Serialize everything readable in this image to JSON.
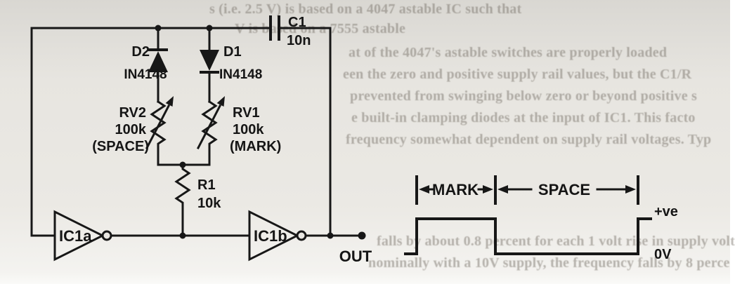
{
  "bleed_text": {
    "line1": "s (i.e. 2.5 V) is based on a 4047 astable IC such that",
    "line2": "V is based on a 7555 astable",
    "line3": "at of the 4047's astable switches are properly loaded",
    "line4": "een the zero and positive supply rail values, but the C1/R",
    "line5": "prevented from swinging below zero or beyond positive s",
    "line6": "e built-in clamping diodes at the input of IC1. This facto",
    "line7": "frequency somewhat dependent on supply rail voltages. Typ",
    "line8": "falls by about 0.8 percent for each 1 volt rise in supply volt",
    "line9": "nominally with a 10V supply, the frequency falls by 8 perce"
  },
  "circuit": {
    "c1_ref": "C1",
    "c1_value": "10n",
    "d2_ref": "D2",
    "d2_part": "IN4148",
    "d1_ref": "D1",
    "d1_part": "IN4148",
    "rv2_ref": "RV2",
    "rv2_value": "100k",
    "rv2_role": "(SPACE)",
    "rv1_ref": "RV1",
    "rv1_value": "100k",
    "rv1_role": "(MARK)",
    "r1_ref": "R1",
    "r1_value": "10k",
    "ic1a_ref": "IC1a",
    "ic1b_ref": "IC1b",
    "out_label": "OUT"
  },
  "waveform": {
    "mark_label": "MARK",
    "space_label": "SPACE",
    "high_label": "+ve",
    "low_label": "0V"
  },
  "colors": {
    "ink": "#171717",
    "paper": "#e9e7e2"
  }
}
